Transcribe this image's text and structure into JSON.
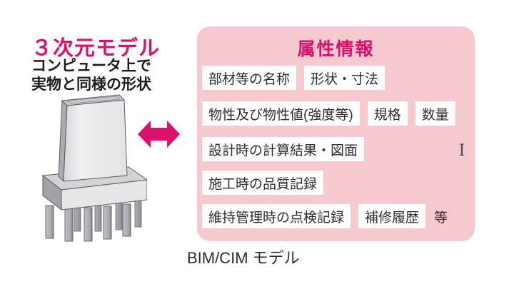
{
  "colors": {
    "accent": "#da106d",
    "panel_bg": "#f6c9ce",
    "box_bg": "#ffffff",
    "text_dark": "#2d2d2d",
    "cursor": "#4a4a4a"
  },
  "left_column": {
    "title": "３次元モデル",
    "subtitle_lines": [
      "コンピュータ上で",
      "実物と同様の形状"
    ]
  },
  "icons": {
    "link_arrow": "double-headed-horizontal-arrow",
    "pier_illustration": "3d-bridge-pier-with-footing-and-piles",
    "text_cursor_glyph": "I"
  },
  "attribute_panel": {
    "title": "属性情報",
    "rows": [
      {
        "items": [
          {
            "label": "部材等の名称",
            "boxed": true
          },
          {
            "label": "形状・寸法",
            "boxed": true
          }
        ]
      },
      {
        "items": [
          {
            "label": "物性及び物性値(強度等)",
            "boxed": true
          },
          {
            "label": "規格",
            "boxed": true
          },
          {
            "label": "数量",
            "boxed": true
          }
        ]
      },
      {
        "items": [
          {
            "label": "設計時の計算結果・図面",
            "boxed": true
          }
        ]
      },
      {
        "items": [
          {
            "label": "施工時の品質記録",
            "boxed": true
          }
        ]
      },
      {
        "items": [
          {
            "label": "維持管理時の点検記録",
            "boxed": true
          },
          {
            "label": "補修履歴",
            "boxed": true
          },
          {
            "label": "等",
            "boxed": false
          }
        ]
      }
    ]
  },
  "caption": "BIM/CIM モデル"
}
